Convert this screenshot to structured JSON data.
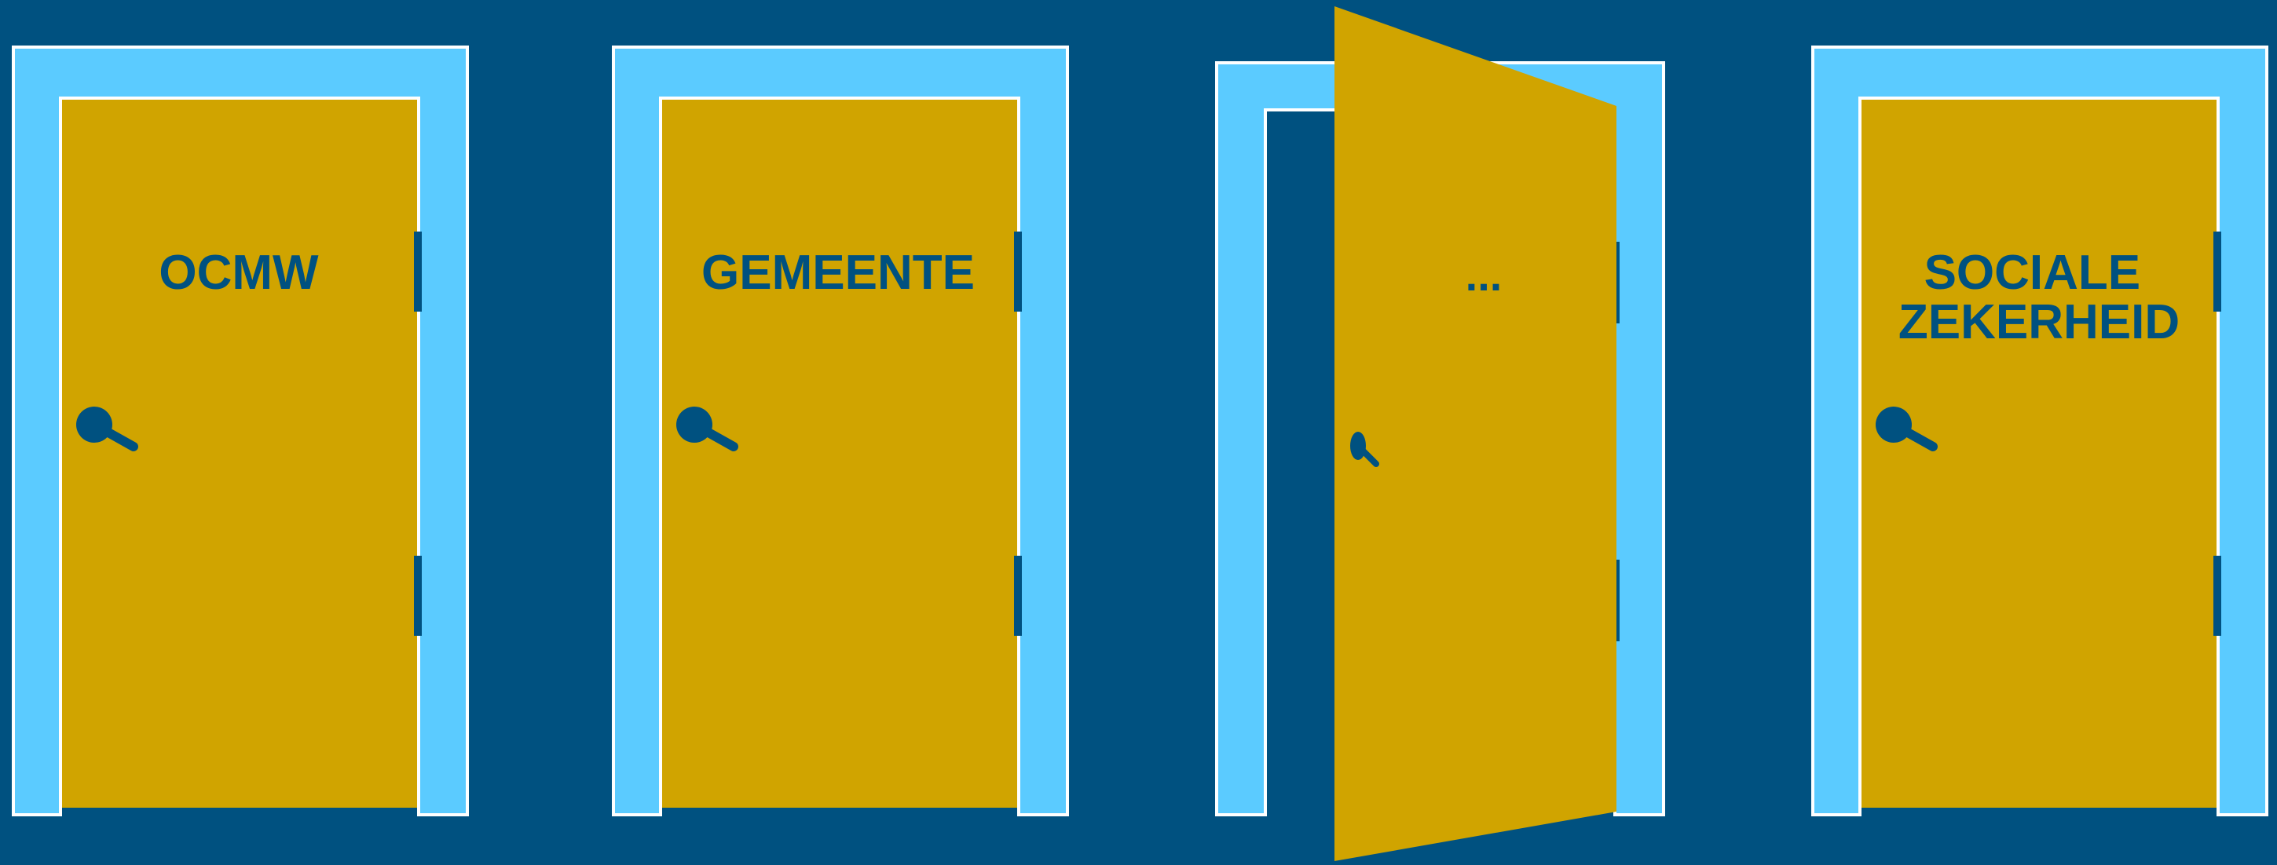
{
  "colors": {
    "background": "#005180",
    "frame": "#5BCBFF",
    "frame_outline": "#FFFFFF",
    "door": "#D0A400",
    "label": "#005180"
  },
  "doors": [
    {
      "label_lines": [
        "OCMW"
      ],
      "state": "closed"
    },
    {
      "label_lines": [
        "GEMEENTE"
      ],
      "state": "closed"
    },
    {
      "label_lines": [
        "..."
      ],
      "state": "open"
    },
    {
      "label_lines": [
        "SOCIALE",
        "ZEKERHEID"
      ],
      "state": "closed"
    }
  ]
}
